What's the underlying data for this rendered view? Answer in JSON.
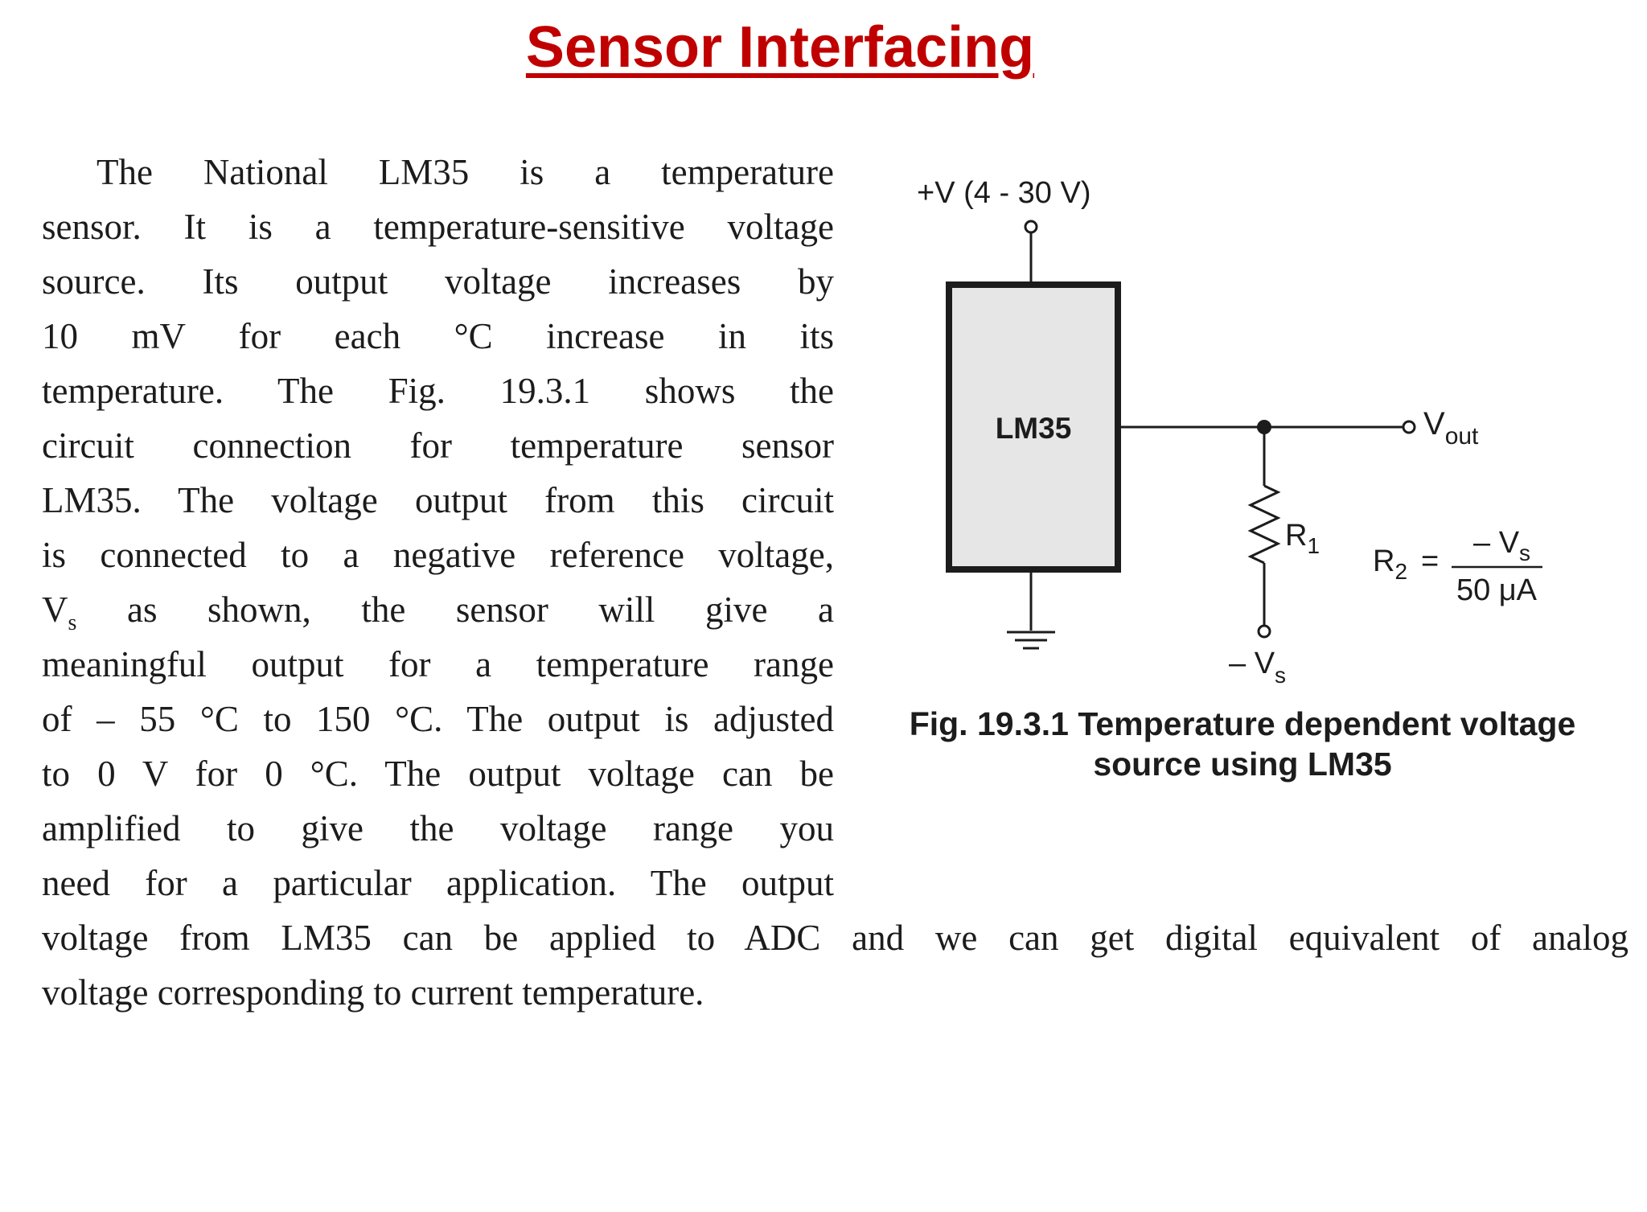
{
  "title": "Sensor Interfacing",
  "body": {
    "line01": "The National LM35 is a temperature",
    "line02": "sensor. It is a temperature-sensitive voltage",
    "line03": "source. Its output voltage increases by",
    "line04": "10 mV for each °C increase in its",
    "line05": "temperature. The Fig. 19.3.1 shows the",
    "line06": "circuit connection for temperature sensor",
    "line07": "LM35. The voltage output from this circuit",
    "line08": "is connected to a negative reference voltage,",
    "line09_v": "V",
    "line09_sub": "s",
    "line09_rest": " as shown, the sensor will give a",
    "line10": "meaningful output for a temperature range",
    "line11": "of – 55 °C to 150 °C. The output is adjusted",
    "line12": "to 0 V for 0 °C. The output voltage can be",
    "line13": "amplified to give the voltage range you",
    "line14": "need for a particular application. The output",
    "line15": "voltage from LM35 can be applied to ADC and we can get digital equivalent of analog",
    "line16": "voltage corresponding to current temperature."
  },
  "circuit": {
    "supply_label": "+V (4 - 30 V)",
    "ic_label": "LM35",
    "vout_main": "V",
    "vout_sub": "out",
    "r1_main": "R",
    "r1_sub": "1",
    "neg_vs_main": "– V",
    "neg_vs_sub": "s",
    "r2_main": "R",
    "r2_sub": "2",
    "equals": "=",
    "num_main": "– V",
    "num_sub": "s",
    "denominator": "50 μA"
  },
  "caption": {
    "line1": "Fig. 19.3.1 Temperature dependent voltage",
    "line2": "source using LM35"
  }
}
